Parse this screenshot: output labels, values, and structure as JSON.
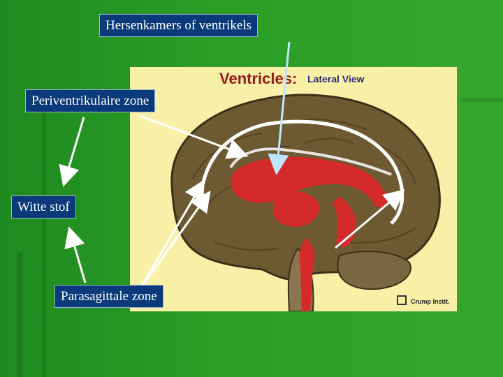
{
  "labels": {
    "ventricles": "Hersenkamers  of  ventrikels",
    "periventricular": "Periventrikulaire zone",
    "white_matter": "Witte stof",
    "parasagittal": "Parasagittale zone"
  },
  "figure": {
    "title": "Ventricles:",
    "subtitle": "Lateral View",
    "credit": "Crump Instit."
  },
  "colors": {
    "background": "#2a9d25",
    "label_box": "#0b3a7a",
    "figure_bg": "#f7f0a6",
    "ventricle": "#d42a2a",
    "brain": "#6e5a32",
    "arrow_white": "#ffffff",
    "arrow_light_blue": "#bfe6ff"
  }
}
